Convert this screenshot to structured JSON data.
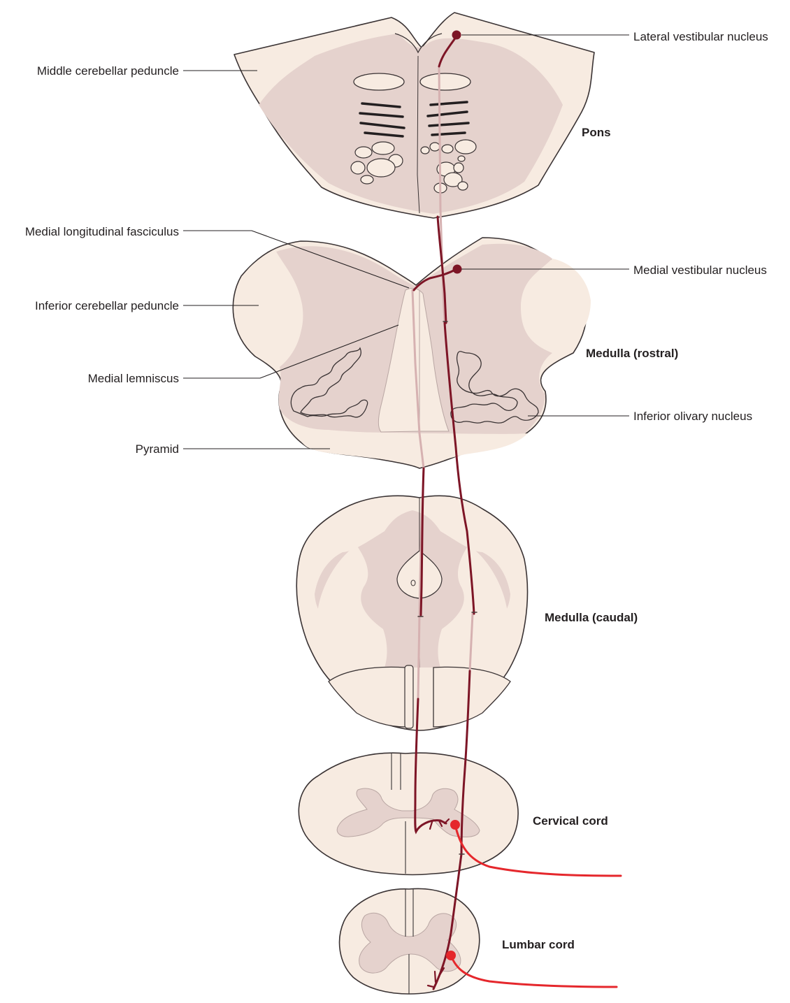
{
  "labels": {
    "lateral_vestibular_nucleus": "Lateral vestibular nucleus",
    "middle_cerebellar_peduncle": "Middle cerebellar peduncle",
    "pons": "Pons",
    "medial_longitudinal_fasciculus": "Medial longitudinal fasciculus",
    "medial_vestibular_nucleus": "Medial vestibular nucleus",
    "inferior_cerebellar_peduncle": "Inferior cerebellar peduncle",
    "medulla_rostral": "Medulla (rostral)",
    "medial_lemniscus": "Medial lemniscus",
    "inferior_olivary_nucleus": "Inferior olivary nucleus",
    "pyramid": "Pyramid",
    "medulla_caudal": "Medulla (caudal)",
    "cervical_cord": "Cervical cord",
    "lumbar_cord": "Lumbar cord"
  },
  "colors": {
    "tissue_light": "#f7ebe1",
    "tissue_grey": "#e5d2cd",
    "tract_dark": "#7d1526",
    "tract_light": "#d6b1b1",
    "motor_neuron": "#e5272c",
    "outline": "#3a3334"
  }
}
